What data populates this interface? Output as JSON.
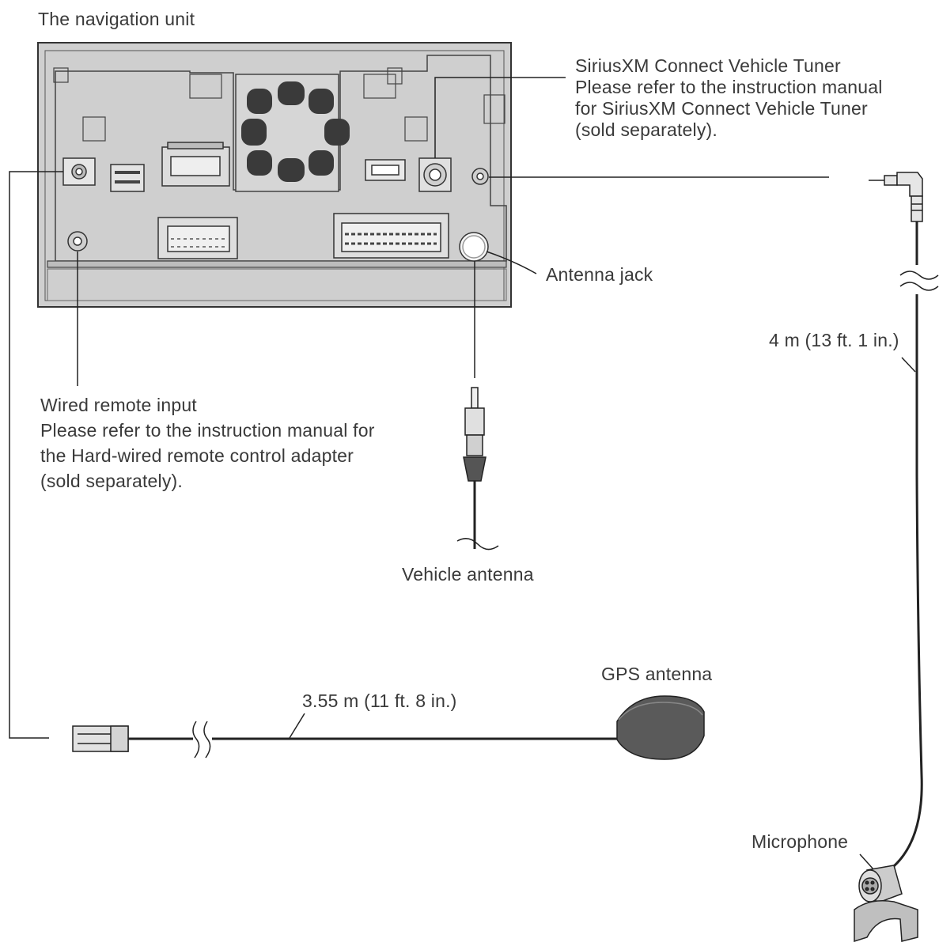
{
  "title": "The navigation unit",
  "labels": {
    "sirius": [
      "SiriusXM Connect Vehicle Tuner",
      "Please refer to the instruction manual",
      "for SiriusXM Connect Vehicle Tuner",
      "(sold separately)."
    ],
    "antenna_jack": "Antenna jack",
    "mic_cable_length": "4 m (13 ft. 1 in.)",
    "wired_remote": [
      "Wired remote input",
      "Please refer to the instruction manual for",
      "the Hard-wired remote control adapter",
      "(sold separately)."
    ],
    "vehicle_antenna": "Vehicle antenna",
    "gps_antenna": "GPS antenna",
    "gps_cable_length": "3.55 m (11 ft. 8 in.)",
    "microphone": "Microphone"
  },
  "colors": {
    "unit_fill": "#cfcfcf",
    "unit_stroke": "#333333",
    "fan": "#3a3a3a",
    "line": "#222222",
    "text": "#3a3a3a",
    "gps_body": "#5a5a5a"
  }
}
